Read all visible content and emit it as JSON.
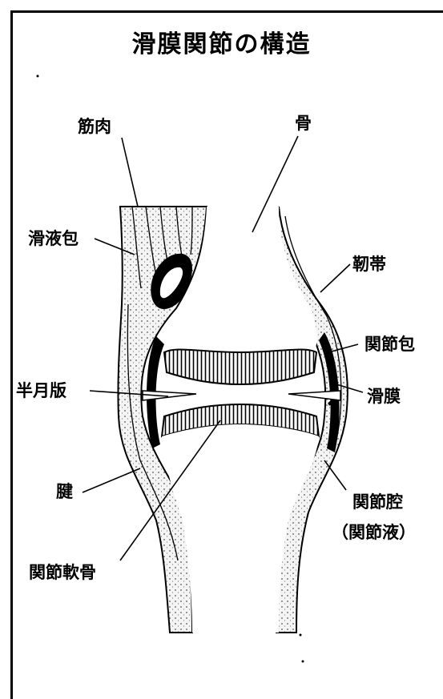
{
  "title": "滑膜関節の構造",
  "labels": {
    "muscle": "筋肉",
    "bone": "骨",
    "bursa": "滑液包",
    "ligament": "靭帯",
    "joint_capsule": "関節包",
    "meniscus": "半月版",
    "synovium": "滑膜",
    "tendon": "腱",
    "joint_cavity": "関節腔",
    "synovial_fluid": "（関節液）",
    "articular_cartilage": "関節軟骨"
  }
}
